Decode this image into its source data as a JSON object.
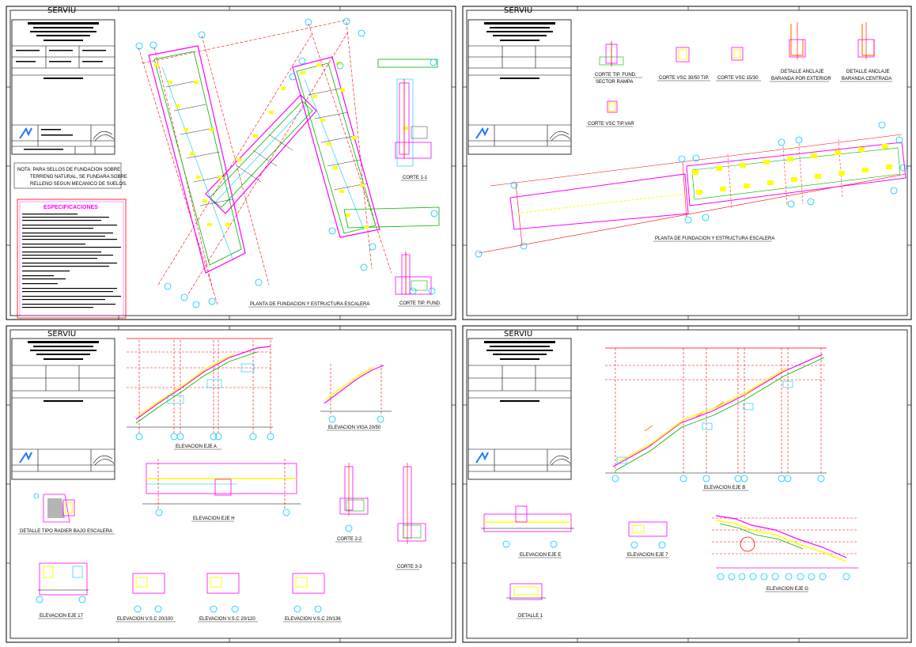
{
  "sheets": [
    {
      "brand": "SERVIU"
    },
    {
      "brand": "SERVIU"
    },
    {
      "brand": "SERVIU"
    },
    {
      "brand": "SERVIU"
    }
  ],
  "sheet1": {
    "nota": {
      "line1": "NOTA: PARA SELLOS DE FUNDACION SOBRE",
      "line2": "TERRENO NATURAL, SE FUNDARA SOBRE",
      "line3": "RELLENO SEGUN MECANICO DE SUELOS."
    },
    "especificaciones_title": "ESPECIFICACIONES",
    "labels": {
      "planta": "PLANTA DE FUNDACION Y ESTRUCTURA ESCALERA",
      "corte11": "CORTE 1-1",
      "corte_tip": "CORTE TIP. FUND."
    }
  },
  "sheet2": {
    "labels": {
      "corte_tip_rampa_1": "CORTE TIP. FUND.",
      "corte_tip_rampa_2": "SECTOR RAMPA",
      "vsc3050": "CORTE VSC 30/50 TIP.",
      "vsc1530": "CORTE VSC 15/30",
      "anclaje_ext_1": "DETALLE ANCLAJE",
      "anclaje_ext_2": "BARANDA POR EXTERIOR",
      "anclaje_cen_1": "DETALLE ANCLAJE",
      "anclaje_cen_2": "BARANDA CENTRADA",
      "vsc_tip_var": "CORTE VSC TIP.VAR",
      "planta": "PLANTA DE FUNDACION Y ESTRUCTURA ESCALERA"
    }
  },
  "sheet3": {
    "labels": {
      "eje_a": "ELEVACION EJE A",
      "viga2050": "ELEVACION VIGA 20/50",
      "eje_h": "ELEVACION EJE H",
      "corte22": "CORTE 2-2",
      "corte33": "CORTE 3-3",
      "radier": "DETALLE TIPO RADIER BAJO ESCALERA",
      "eje17": "ELEVACION EJE 17",
      "vsc20100": "ELEVACION V.S.C 20/100",
      "vsc20120": "ELEVACION V.S.C 20/120",
      "vsc20136": "ELEVACION V.S.C 20/136"
    }
  },
  "sheet4": {
    "labels": {
      "eje_b": "ELEVACION EJE B",
      "eje_e": "ELEVACION EJE E",
      "eje_7": "ELEVACION EJE 7",
      "eje_g": "ELEVACION EJE G",
      "detalle1": "DETALLE 1"
    }
  },
  "colors": {
    "border": "#000000",
    "red": "#ff0000",
    "magenta": "#ff00ff",
    "yellow": "#ffff00",
    "cyan": "#00c8ff",
    "green": "#00b400",
    "orange": "#ff8000"
  }
}
